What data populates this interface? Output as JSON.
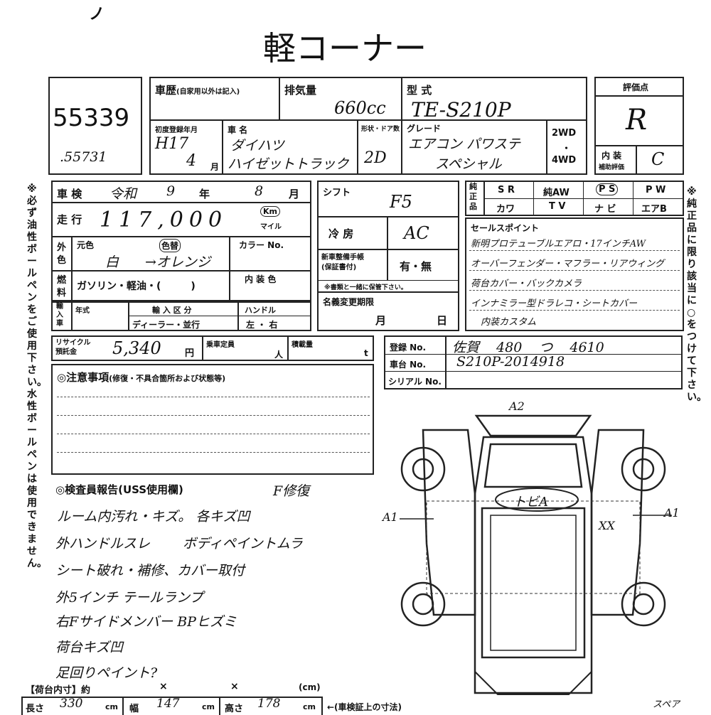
{
  "page_title": "軽コーナー",
  "corner_mark": "ノ",
  "lot": {
    "number": "55339",
    "handwritten": ".55731"
  },
  "history": {
    "label": "車歴",
    "sub": "(自家用以外は記入)"
  },
  "displacement": {
    "label": "排気量",
    "value": "660cc"
  },
  "model_code": {
    "label": "型 式",
    "value": "TE-S210P"
  },
  "first_reg": {
    "label": "初度登録年月",
    "year": "H17",
    "month": "4",
    "month_unit": "月"
  },
  "car_name": {
    "label": "車 名",
    "maker": "ダイハツ",
    "model": "ハイゼットトラック"
  },
  "shape_doors": {
    "label": "形状・ドア数",
    "value": "2D"
  },
  "grade": {
    "label": "グレード",
    "line1": "エアコン パワステ",
    "line2": "スペシャル"
  },
  "drive": {
    "opt1": "2WD",
    "dot": "・",
    "opt2": "4WD"
  },
  "score": {
    "label": "評価点",
    "value": "R"
  },
  "interior_score": {
    "label1": "内 装",
    "label2": "補助評価",
    "value": "C"
  },
  "shaken": {
    "label": "車 検",
    "era": "令和",
    "year": "9",
    "year_unit": "年",
    "month": "8",
    "month_unit": "月"
  },
  "mileage": {
    "label": "走 行",
    "value": "117,000",
    "unit_km": "Km",
    "unit_mile": "マイル"
  },
  "exterior_color": {
    "label": "外色",
    "orig_label": "元色",
    "orig": "白",
    "changed_label": "色替",
    "changed": "→オレンジ"
  },
  "color_no": {
    "label": "カラー No."
  },
  "fuel": {
    "label": "燃料",
    "value": "ガソリン・軽油・(　　　)"
  },
  "interior_color": {
    "label": "内 装 色"
  },
  "import": {
    "label": "輸入車",
    "year_label": "年式",
    "type_label": "輸 入 区 分",
    "type_value": "ディーラー・並行",
    "handle_label": "ハンドル",
    "handle_value": "左 ・ 右"
  },
  "shift": {
    "label": "シフト",
    "value": "F5"
  },
  "ac": {
    "label": "冷 房",
    "value": "AC"
  },
  "warranty": {
    "label": "新車整備手帳\n(保証書付)",
    "value": "有・無",
    "note": "※書類と一緒に保管下さい。"
  },
  "name_change": {
    "label": "名義変更期限",
    "month": "月",
    "day": "日"
  },
  "recycle": {
    "label": "リサイクル\n預託金",
    "value": "5,340",
    "unit": "円"
  },
  "capacity": {
    "label": "乗車定員",
    "unit": "人"
  },
  "load": {
    "label": "積載量",
    "unit": "t"
  },
  "registration": {
    "label": "登録 No.",
    "value": "佐賀 480 つ 4610"
  },
  "chassis": {
    "label": "車台 No.",
    "value": "S210P-2014918"
  },
  "serial": {
    "label": "シリアル No."
  },
  "equipment": {
    "left_label": "純正品",
    "row1": [
      "S R",
      "純AW",
      "P S",
      "P W"
    ],
    "row2": [
      "カワ",
      "T V",
      "ナ ビ",
      "エアB"
    ]
  },
  "sales_points": {
    "label": "セールスポイント",
    "items": [
      "新明プロテューブルエアロ・17インチAW",
      "オーバーフェンダー・マフラー・リアウィング",
      "荷台カバー・バックカメラ",
      "インナミラー型ドラレコ・シートカバー",
      "内装カスタム"
    ]
  },
  "notes": {
    "label": "◎注意事項",
    "sub": "(修復・不具合箇所および状態等)"
  },
  "inspector": {
    "label": "◎検査員報告(USS使用欄)",
    "header_note": "F修復",
    "lines": [
      "ルーム内汚れ・キズ。 各キズ凹",
      "外ハンドルスレ ボディペイントムラ",
      "シート破れ・補修、カバー取付",
      "外5インチ テールランプ",
      "右Fサイドメンバー BPヒズミ",
      "荷台キズ凹",
      "足回りペイント?"
    ]
  },
  "diagram": {
    "top": "A2",
    "left": "A1",
    "right": "A1",
    "center": "トビA",
    "mark": "XX",
    "bottom_right": "スペア"
  },
  "side_note_left": "※必ず油性ボールペンをご使用下さい。水性ボールペンは使用できません。",
  "side_note_right": "※純正品に限り該当に○をつけて下さい。",
  "bed": {
    "label": "【荷台内寸】約",
    "x1": "×",
    "x2": "×",
    "cm": "(cm)",
    "length_label": "長さ",
    "length": "330",
    "width_label": "幅",
    "width": "147",
    "height_label": "高さ",
    "height": "178",
    "cm_unit": "cm",
    "arrow_note": "←(車検証上の寸法)"
  }
}
